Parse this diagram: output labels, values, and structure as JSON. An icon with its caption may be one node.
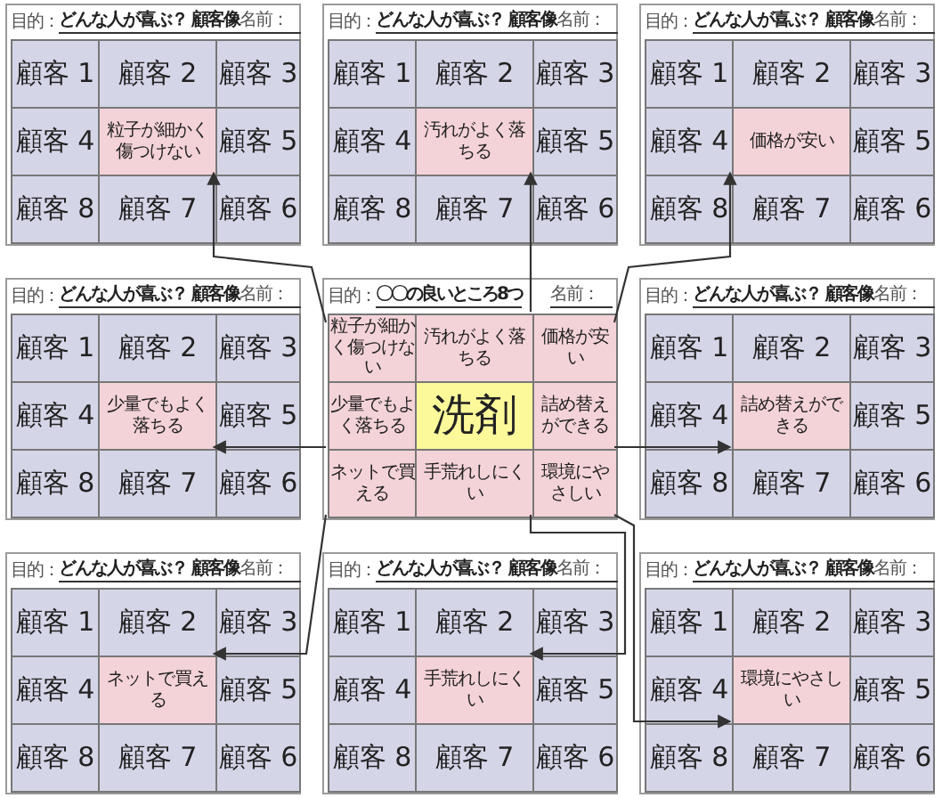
{
  "diagram": {
    "nodes": [
      {
        "text": [
          "目的：",
          "どんな人が喜ぶ？ 顧客像",
          "名前："
        ]
      },
      {
        "text": [
          "顧客 1"
        ],
        "in": 0
      },
      {
        "text": [
          "顧客 2"
        ],
        "in": 0
      },
      {
        "text": [
          "顧客 3"
        ],
        "in": 0
      },
      {
        "text": [
          "顧客 4"
        ],
        "in": 0
      },
      {
        "text": [
          "粒子が細かく傷つけない"
        ],
        "in": 0
      },
      {
        "text": [
          "顧客 5"
        ],
        "in": 0
      },
      {
        "text": [
          "顧客 8"
        ],
        "in": 0
      },
      {
        "text": [
          "顧客 7"
        ],
        "in": 0
      },
      {
        "text": [
          "顧客 6"
        ],
        "in": 0
      },
      {
        "text": [
          "目的：",
          "どんな人が喜ぶ？ 顧客像",
          "名前："
        ]
      },
      {
        "text": [
          "顧客 1"
        ],
        "in": 10
      },
      {
        "text": [
          "顧客 2"
        ],
        "in": 10
      },
      {
        "text": [
          "顧客 3"
        ],
        "in": 10
      },
      {
        "text": [
          "顧客 4"
        ],
        "in": 10
      },
      {
        "text": [
          "汚れがよく落ちる"
        ],
        "in": 10
      },
      {
        "text": [
          "顧客 5"
        ],
        "in": 10
      },
      {
        "text": [
          "顧客 8"
        ],
        "in": 10
      },
      {
        "text": [
          "顧客 7"
        ],
        "in": 10
      },
      {
        "text": [
          "顧客 6"
        ],
        "in": 10
      },
      {
        "text": [
          "目的：",
          "どんな人が喜ぶ？ 顧客像",
          "名前："
        ]
      },
      {
        "text": [
          "顧客 1"
        ],
        "in": 20
      },
      {
        "text": [
          "顧客 2"
        ],
        "in": 20
      },
      {
        "text": [
          "顧客 3"
        ],
        "in": 20
      },
      {
        "text": [
          "顧客 4"
        ],
        "in": 20
      },
      {
        "text": [
          "価格が安い"
        ],
        "in": 20
      },
      {
        "text": [
          "顧客 5"
        ],
        "in": 20
      },
      {
        "text": [
          "顧客 8"
        ],
        "in": 20
      },
      {
        "text": [
          "顧客 7"
        ],
        "in": 20
      },
      {
        "text": [
          "顧客 6"
        ],
        "in": 20
      },
      {
        "text": [
          "目的：",
          "どんな人が喜ぶ？ 顧客像",
          "名前："
        ]
      },
      {
        "text": [
          "顧客 1"
        ],
        "in": 30
      },
      {
        "text": [
          "顧客 2"
        ],
        "in": 30
      },
      {
        "text": [
          "顧客 3"
        ],
        "in": 30
      },
      {
        "text": [
          "顧客 4"
        ],
        "in": 30
      },
      {
        "text": [
          "少量でもよく落ちる"
        ],
        "in": 30
      },
      {
        "text": [
          "顧客 5"
        ],
        "in": 30
      },
      {
        "text": [
          "顧客 8"
        ],
        "in": 30
      },
      {
        "text": [
          "顧客 7"
        ],
        "in": 30
      },
      {
        "text": [
          "顧客 6"
        ],
        "in": 30
      },
      {
        "text": [
          "目的：",
          "〇〇の良いところ8つ",
          "名前："
        ]
      },
      {
        "text": [
          "粒子が細かく傷つけない"
        ],
        "in": 40
      },
      {
        "text": [
          "汚れがよく落ちる"
        ],
        "in": 40
      },
      {
        "text": [
          "価格が安い"
        ],
        "in": 40
      },
      {
        "text": [
          "少量でもよく落ちる"
        ],
        "in": 40
      },
      {
        "text": [
          "洗剤"
        ],
        "in": 40
      },
      {
        "text": [
          "詰め替えができる"
        ],
        "in": 40
      },
      {
        "text": [
          "ネットで買える"
        ],
        "in": 40
      },
      {
        "text": [
          "手荒れしにくい"
        ],
        "in": 40
      },
      {
        "text": [
          "環境にやさしい"
        ],
        "in": 40
      },
      {
        "text": [
          "目的：",
          "どんな人が喜ぶ？ 顧客像",
          "名前："
        ]
      },
      {
        "text": [
          "顧客 1"
        ],
        "in": 50
      },
      {
        "text": [
          "顧客 2"
        ],
        "in": 50
      },
      {
        "text": [
          "顧客 3"
        ],
        "in": 50
      },
      {
        "text": [
          "顧客 4"
        ],
        "in": 50
      },
      {
        "text": [
          "詰め替えができる"
        ],
        "in": 50
      },
      {
        "text": [
          "顧客 5"
        ],
        "in": 50
      },
      {
        "text": [
          "顧客 8"
        ],
        "in": 50
      },
      {
        "text": [
          "顧客 7"
        ],
        "in": 50
      },
      {
        "text": [
          "顧客 6"
        ],
        "in": 50
      },
      {
        "text": [
          "目的：",
          "どんな人が喜ぶ？ 顧客像",
          "名前："
        ]
      },
      {
        "text": [
          "顧客 1"
        ],
        "in": 60
      },
      {
        "text": [
          "顧客 2"
        ],
        "in": 60
      },
      {
        "text": [
          "顧客 3"
        ],
        "in": 60
      },
      {
        "text": [
          "顧客 4"
        ],
        "in": 60
      },
      {
        "text": [
          "ネットで買える"
        ],
        "in": 60
      },
      {
        "text": [
          "顧客 5"
        ],
        "in": 60
      },
      {
        "text": [
          "顧客 8"
        ],
        "in": 60
      },
      {
        "text": [
          "顧客 7"
        ],
        "in": 60
      },
      {
        "text": [
          "顧客 6"
        ],
        "in": 60
      },
      {
        "text": [
          "目的：",
          "どんな人が喜ぶ？ 顧客像",
          "名前："
        ]
      },
      {
        "text": [
          "顧客 1"
        ],
        "in": 70
      },
      {
        "text": [
          "顧客 2"
        ],
        "in": 70
      },
      {
        "text": [
          "顧客 3"
        ],
        "in": 70
      },
      {
        "text": [
          "顧客 4"
        ],
        "in": 70
      },
      {
        "text": [
          "手荒れしにくい"
        ],
        "in": 70
      },
      {
        "text": [
          "顧客 5"
        ],
        "in": 70
      },
      {
        "text": [
          "顧客 8"
        ],
        "in": 70
      },
      {
        "text": [
          "顧客 7"
        ],
        "in": 70
      },
      {
        "text": [
          "顧客 6"
        ],
        "in": 70
      },
      {
        "text": [
          "目的：",
          "どんな人が喜ぶ？ 顧客像",
          "名前："
        ]
      },
      {
        "text": [
          "顧客 1"
        ],
        "in": 80
      },
      {
        "text": [
          "顧客 2"
        ],
        "in": 80
      },
      {
        "text": [
          "顧客 3"
        ],
        "in": 80
      },
      {
        "text": [
          "顧客 4"
        ],
        "in": 80
      },
      {
        "text": [
          "環境にやさしい"
        ],
        "in": 80
      },
      {
        "text": [
          "顧客 5"
        ],
        "in": 80
      },
      {
        "text": [
          "顧客 8"
        ],
        "in": 80
      },
      {
        "text": [
          "顧客 7"
        ],
        "in": 80
      },
      {
        "text": [
          "顧客 6"
        ],
        "in": 80
      }
    ],
    "edges": [
      {
        "from": 41,
        "to": 5,
        "arrow": "to"
      },
      {
        "from": 42,
        "to": 15,
        "arrow": "to"
      },
      {
        "from": 43,
        "to": 25,
        "arrow": "to"
      },
      {
        "from": 44,
        "to": 35,
        "arrow": "to"
      },
      {
        "from": 46,
        "to": 55,
        "arrow": "to"
      },
      {
        "from": 47,
        "to": 65,
        "arrow": "to"
      },
      {
        "from": 48,
        "to": 75,
        "arrow": "to"
      },
      {
        "from": 49,
        "to": 85,
        "arrow": "to"
      }
    ]
  }
}
